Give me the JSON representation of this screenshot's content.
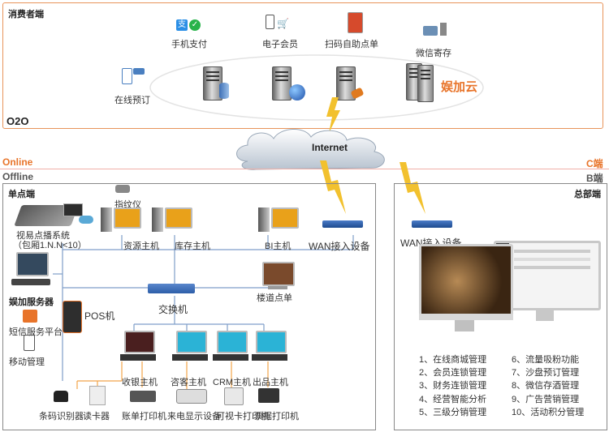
{
  "o2o": {
    "section_label": "消费者端",
    "bottom_label": "O2O",
    "services": {
      "mobile_pay": "手机支付",
      "e_member": "电子会员",
      "scan_order": "扫码自助点单",
      "wechat_storage": "微信寄存",
      "online_booking": "在线预订"
    },
    "cloud_name": "娱加云"
  },
  "internet": {
    "label": "Internet"
  },
  "divider": {
    "online": "Online",
    "offline": "Offline",
    "c_end": "C端",
    "b_end": "B端"
  },
  "single": {
    "title": "单点端",
    "fingerprint": "指纹仪",
    "vod": "视易点播系统",
    "vod_note": "（包厢1.N.N<10）",
    "resource_host": "资源主机",
    "stock_host": "库存主机",
    "bi_host": "BI主机",
    "wan": "WAN接入设备",
    "server_label": "娱加服务器",
    "pos": "POS机",
    "switch": "交换机",
    "corridor_order": "楼道点单",
    "sms": "短信服务平台",
    "mobile_mgmt": "移动管理",
    "cashier": "收银主机",
    "guest": "咨客主机",
    "crm": "CRM主机",
    "outlet": "出品主机",
    "barcode": "条码识别器",
    "card_reader": "读卡器",
    "bill_printer": "账单打印机",
    "caller_id": "来电显示设备",
    "visual_card": "可视卡打印机",
    "ticket_printer": "票据打印机"
  },
  "hq": {
    "title": "总部端",
    "wan": "WAN接入设备",
    "features_left": [
      "1、在线商城管理",
      "2、会员连锁管理",
      "3、财务连锁管理",
      "4、经营智能分析",
      "5、三级分销管理"
    ],
    "features_right": [
      "6、流量吸粉功能",
      "7、沙盘预订管理",
      "8、微信存酒管理",
      "9、广告营销管理",
      "10、活动积分管理"
    ]
  },
  "colors": {
    "accent": "#e8742a",
    "border": "#e8945a",
    "divider": "#f0b0a8",
    "lightning": "#f2c12e",
    "wire": "#7f9ec9",
    "switch": "#2d5ea8"
  }
}
